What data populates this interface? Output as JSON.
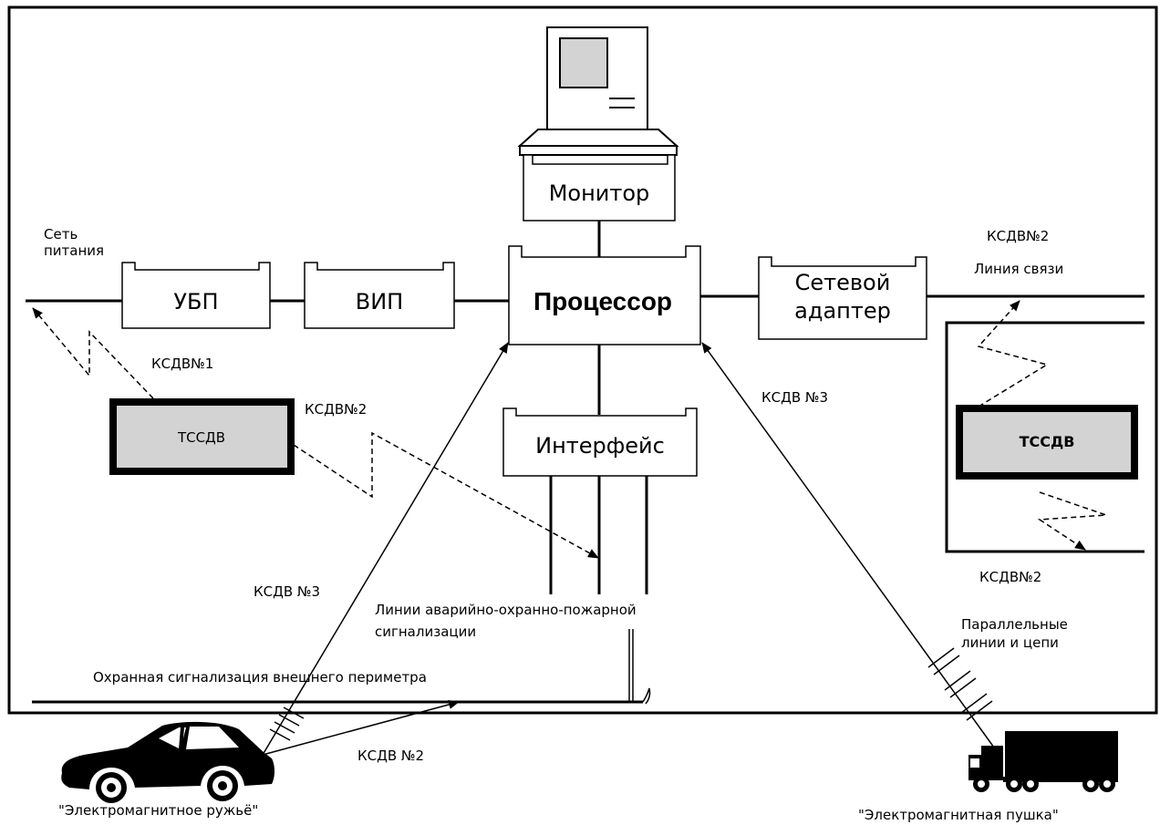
{
  "diagram": {
    "blocks": {
      "monitor": "Монитор",
      "processor": "Процессор",
      "ubp": "УБП",
      "vip": "ВИП",
      "network_adapter": [
        "Сетевой",
        "адаптер"
      ],
      "interface": "Интерфейс",
      "tssdv_left": "ТССДВ",
      "tssdv_right": "ТССДВ"
    },
    "labels": {
      "power_network": [
        "Сеть",
        "питания"
      ],
      "ksdv1": "КСДВ№1",
      "ksdv2_left": "КСДВ№2",
      "ksdv2_top_right": "КСДВ№2",
      "comm_line": "Линия связи",
      "ksdv3_right": "КСДВ №3",
      "ksdv2_bottom_right": "КСДВ№2",
      "ksdv3_left": "КСДВ №3",
      "alarm_lines": [
        "Линии аварийно-охранно-пожарной",
        "сигнализации"
      ],
      "parallel_lines": [
        "Параллельные",
        "линии и цепи"
      ],
      "perimeter": "Охранная сигнализация внешнего периметра",
      "ksdv2_bottom": "КСДВ №2",
      "em_rifle": "\"Электромагнитное ружьё\"",
      "em_cannon": "\"Электромагнитная пушка\""
    }
  }
}
